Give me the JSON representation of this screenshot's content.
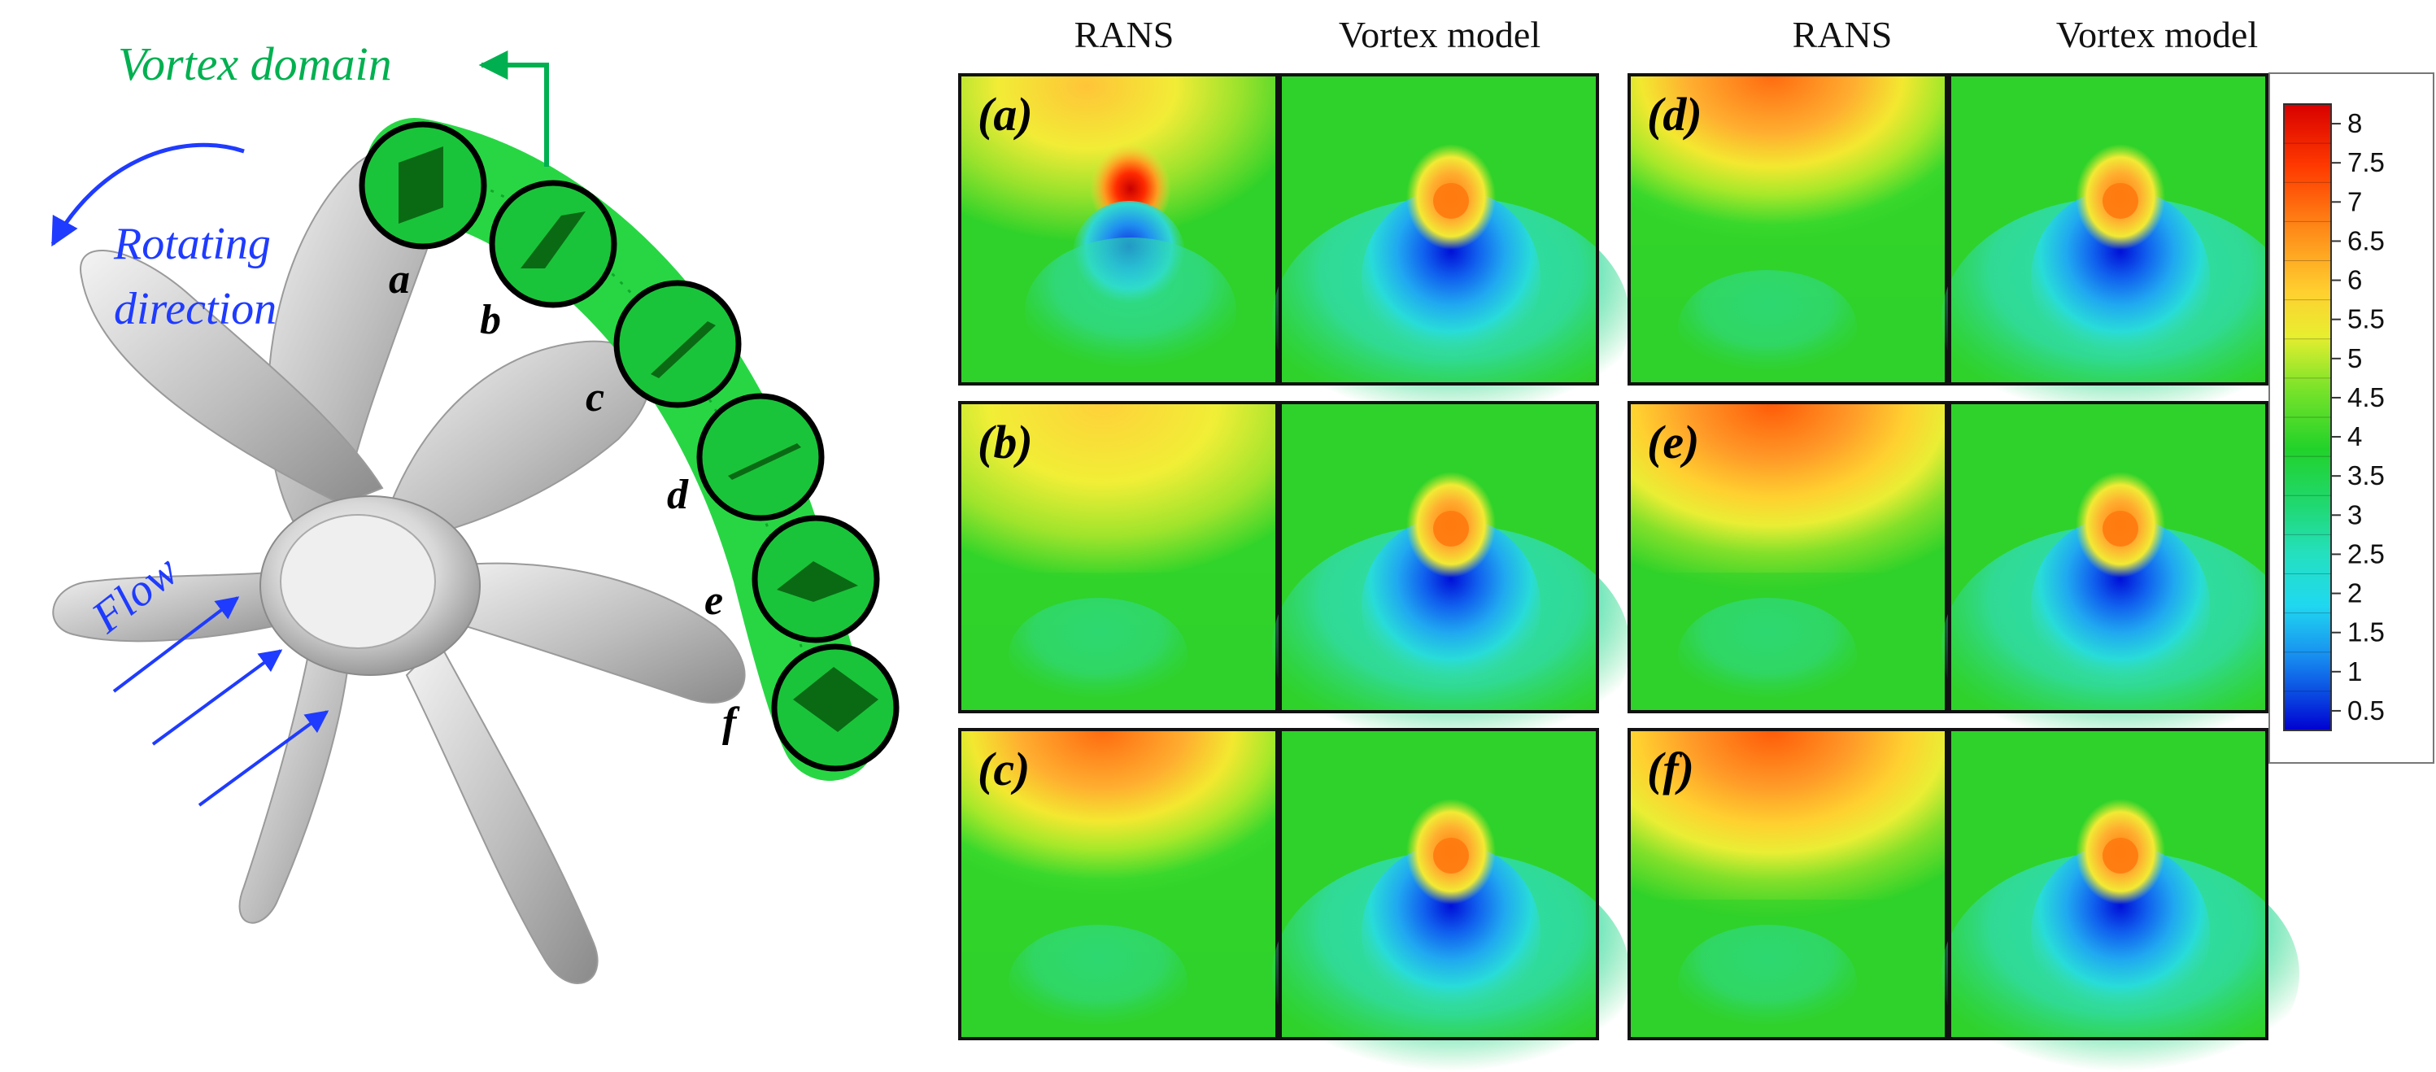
{
  "left_diagram": {
    "vortex_domain_label": "Vortex domain",
    "rotating_label_line1": "Rotating",
    "rotating_label_line2": "direction",
    "flow_label": "Flow",
    "positions": [
      "a",
      "b",
      "c",
      "d",
      "e",
      "f"
    ]
  },
  "column_headers": [
    "RANS",
    "Vortex model",
    "RANS",
    "Vortex model"
  ],
  "panels": [
    {
      "label": "(a)",
      "rans_style": "a"
    },
    {
      "label": "(b)",
      "rans_style": "b"
    },
    {
      "label": "(c)",
      "rans_style": "c"
    },
    {
      "label": "(d)",
      "rans_style": "d"
    },
    {
      "label": "(e)",
      "rans_style": "e"
    },
    {
      "label": "(f)",
      "rans_style": "f"
    }
  ],
  "colorbar": {
    "ticks": [
      "8",
      "7.5",
      "7",
      "6.5",
      "6",
      "5.5",
      "5",
      "4.5",
      "4",
      "3.5",
      "3",
      "2.5",
      "2",
      "1.5",
      "1",
      "0.5"
    ],
    "colors": {
      "high": "#e00000",
      "mid_high": "#ff9a20",
      "yellow": "#f5e92a",
      "green": "#22d22a",
      "cyan": "#20e0d0",
      "low": "#0000e0"
    }
  }
}
